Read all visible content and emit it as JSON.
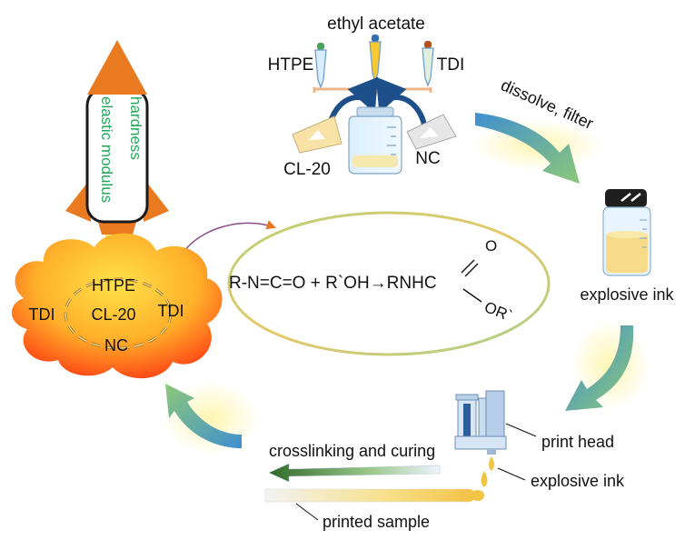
{
  "reagents": {
    "solvent_label": "ethyl acetate",
    "htpe_label": "HTPE",
    "tdi_label": "TDI",
    "cl20_label": "CL-20",
    "nc_label": "NC"
  },
  "steps": {
    "dissolve_label": "dissolve, filter",
    "explosive_ink_label": "explosive ink",
    "print_head_label": "print head",
    "ink_drop_label": "explosive ink",
    "curing_label": "crosslinking and curing",
    "printed_sample_label": "printed sample"
  },
  "reaction": {
    "equation": "R-N=C=O + R`OH→RNHC",
    "oxygen": "O",
    "or_group": "OR`"
  },
  "rocket": {
    "line1": "hardness",
    "line2": "elastic modulus"
  },
  "cloud": {
    "htpe": "HTPE",
    "tdi_left": "TDI",
    "cl20": "CL-20",
    "tdi_right": "TDI",
    "nc": "NC"
  },
  "colors": {
    "arrow_blue": "#3f8fd0",
    "arrow_green": "#8cc878",
    "rocket_orange": "#ea7a1f",
    "label_green": "#22a65a",
    "curing_green": "#3a7a2a"
  }
}
